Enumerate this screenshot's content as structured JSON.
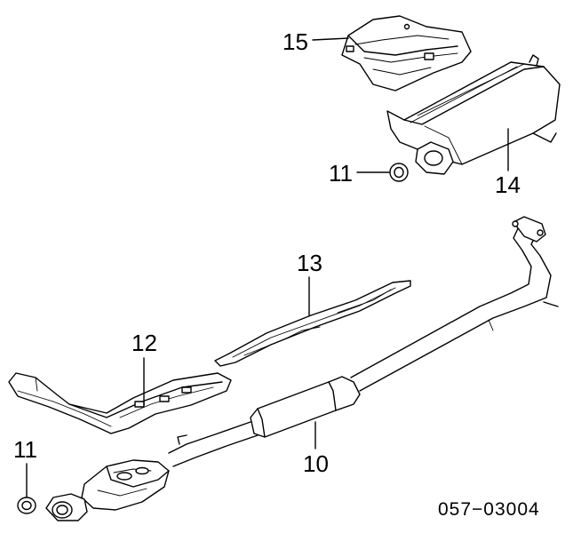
{
  "labels": {
    "part_15": "15",
    "part_14": "14",
    "part_11_top": "11",
    "part_13": "13",
    "part_12": "12",
    "part_11_bottom": "11",
    "part_10": "10"
  },
  "diagram_code": "057−03004",
  "colors": {
    "ink": "#000000",
    "paper": "#ffffff"
  }
}
